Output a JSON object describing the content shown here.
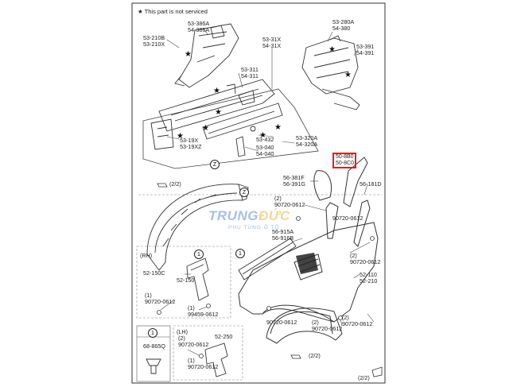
{
  "note": "★ This part is not serviced",
  "labels": {
    "l53386": "53-386A\n54-386A",
    "l53210": "53-210B\n53-210X",
    "l5331x": "53-31X\n54-31X",
    "l53311": "53-311\n54-311",
    "l5319x": "53-19X\n53-19XZ",
    "l53432": "53-432",
    "l53040": "53-040\n54-040",
    "l53320": "53-320A\n54-320A",
    "l53280": "53-280A\n54-380",
    "l53391": "53-391\n54-391",
    "l56381": "56-381F\n56-391G",
    "l90720a": "(2)\n90720-0612",
    "l56915": "56-915A\n56-916B",
    "l56181": "56-181D",
    "l90720b": "90720-0612",
    "l90720c": "(2)\n90720-0612",
    "l52110": "52-110\n52-210",
    "l90720d": "90720-0612",
    "l90720e": "(2)\n90720-0612",
    "l90720f": "(2)\n90720-0612",
    "rh": "(RH)",
    "lh": "(LH)",
    "l52150c": "52-150C",
    "l52150": "52-150",
    "l90720g": "(1)\n90720-0612",
    "l99459": "(1)\n99459-0612",
    "l68865": "68-865Q",
    "l90720h": "(2)\n90720-0612",
    "l52250": "52-250",
    "l90720i": "(1)\n90720-0612",
    "ref22a": "(2/2)",
    "ref22b": "(2/2)",
    "ref22c": "(2/2)",
    "zA": "Z",
    "zB": "Z",
    "c1a": "1",
    "c1b": "1",
    "c1c": "1"
  },
  "callout": {
    "line1": "50-8B0",
    "line2": "50-8C0",
    "color": "#e21d1d"
  },
  "watermark": {
    "part1": "TRUNG",
    "part2": "ĐỨC",
    "sub": "PHỤ TÙNG Ô TÔ"
  }
}
